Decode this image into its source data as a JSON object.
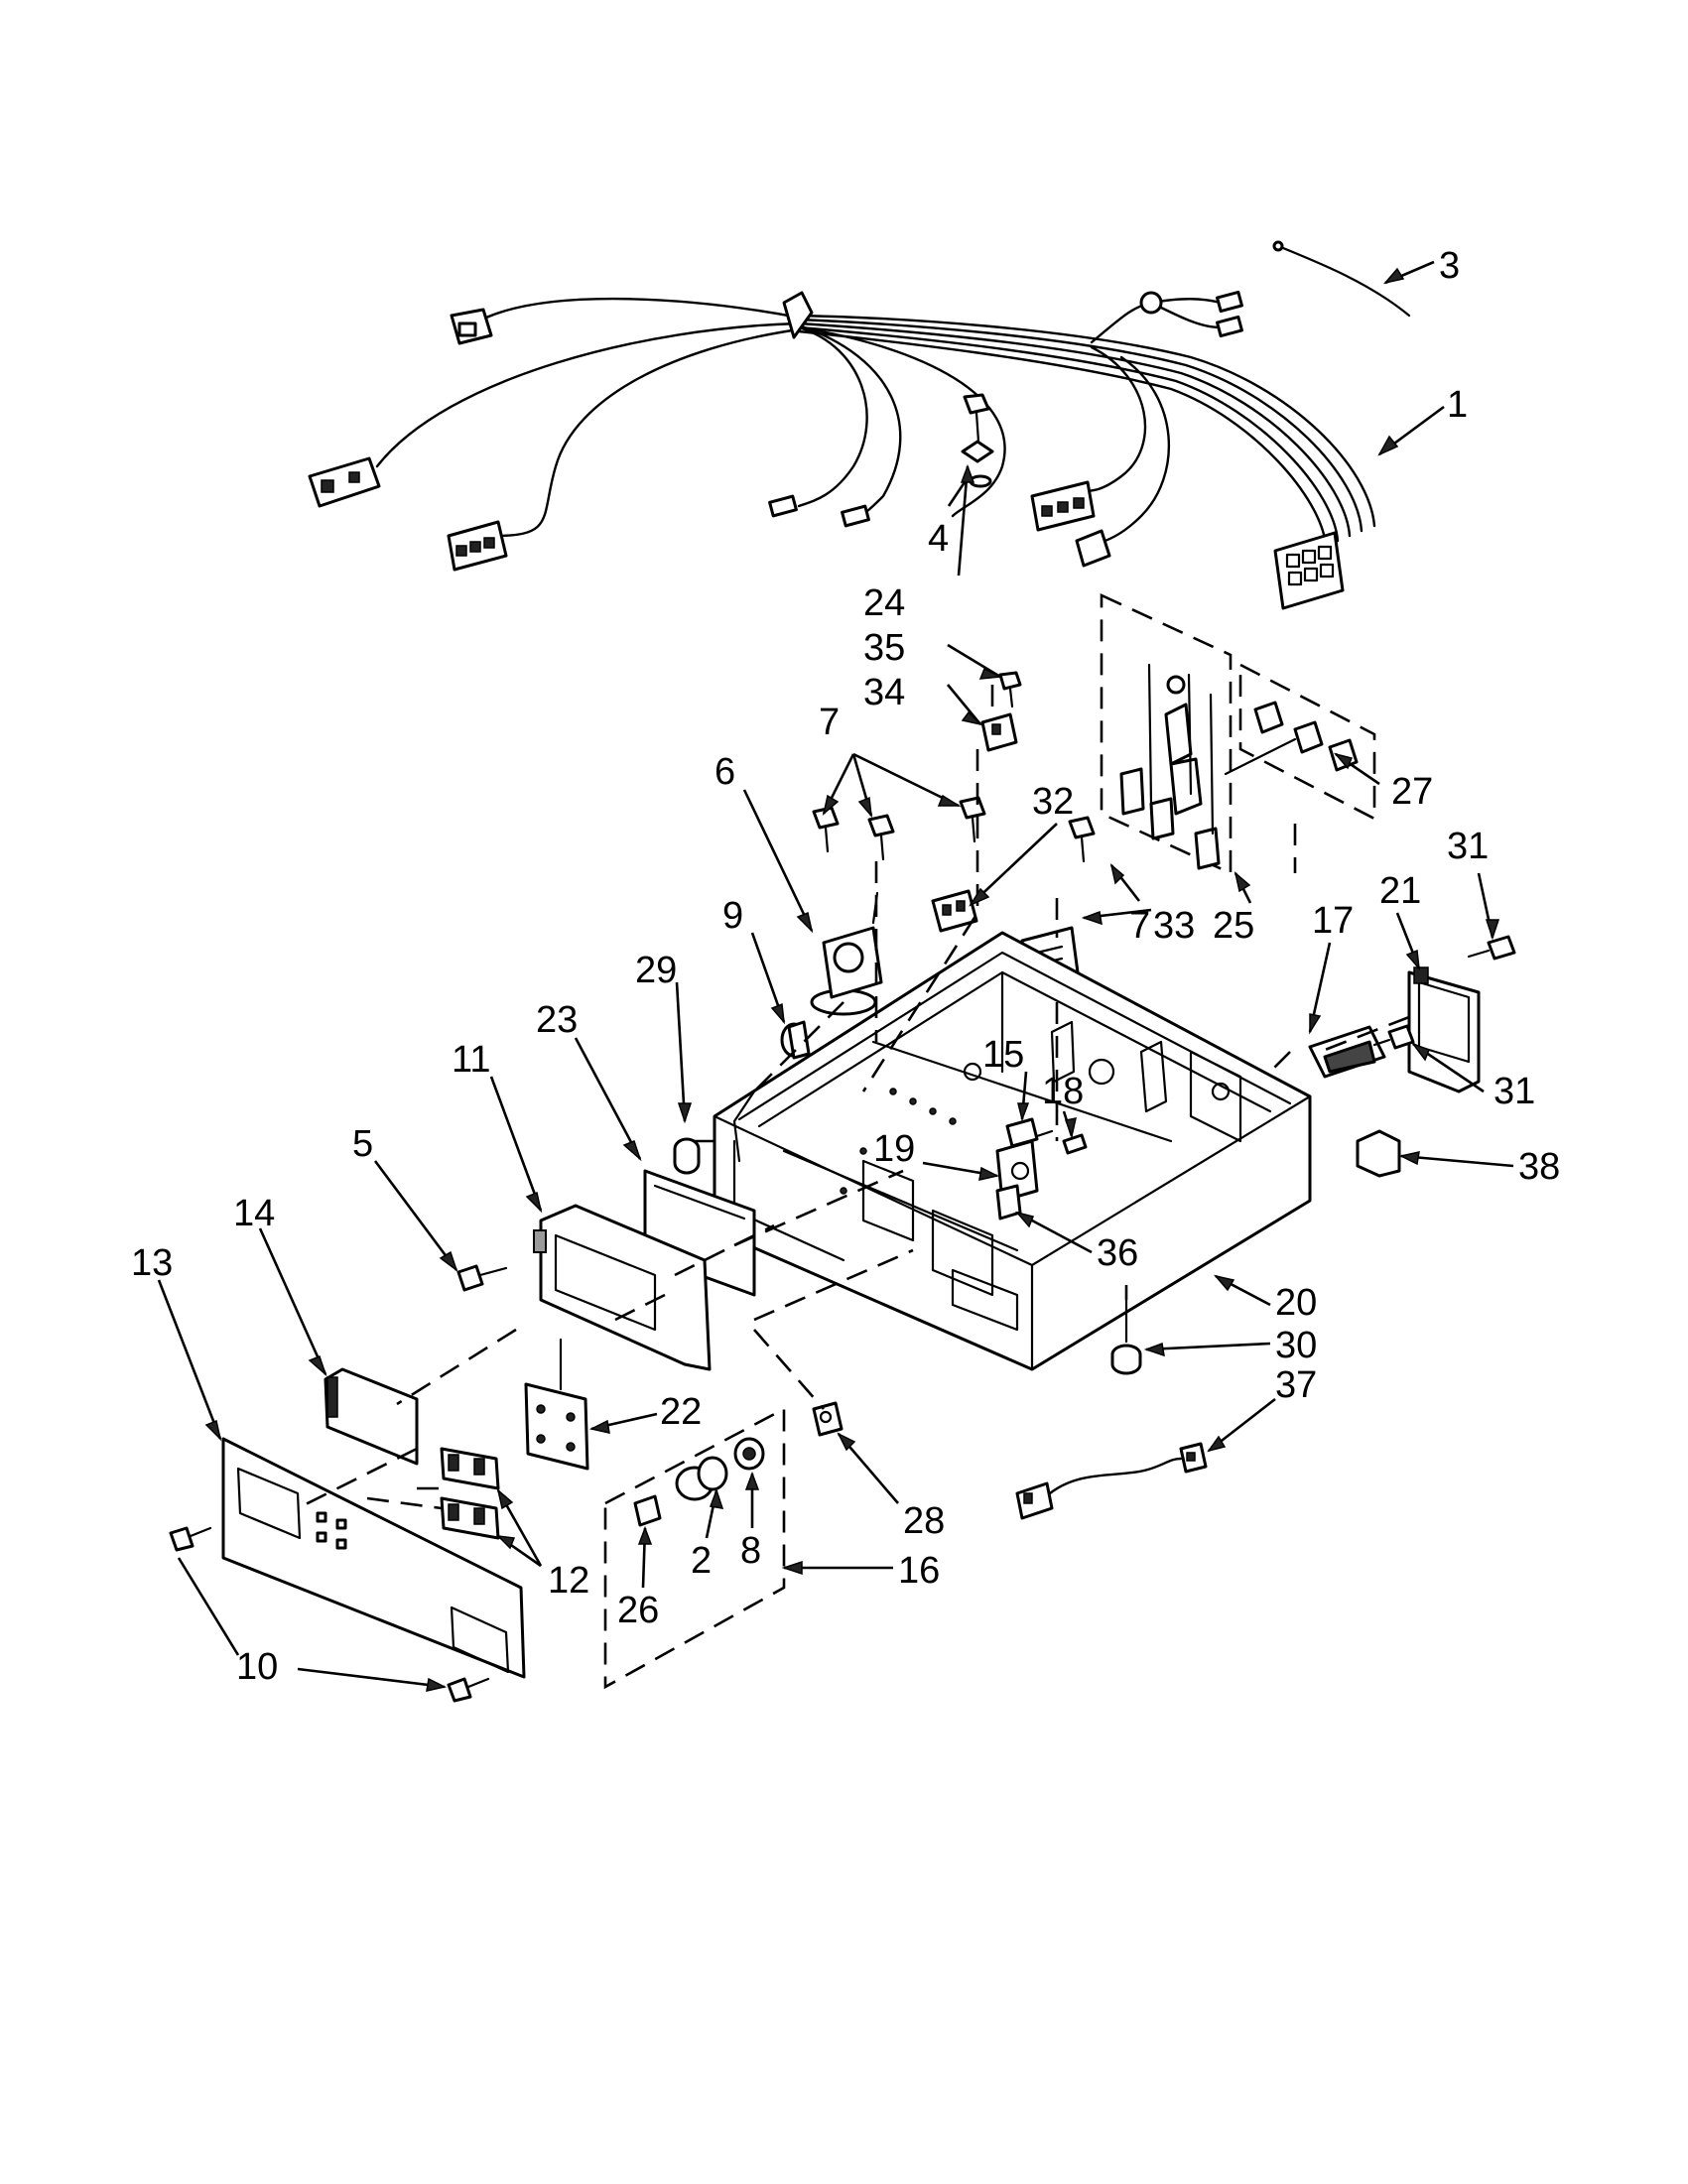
{
  "diagram": {
    "labels": [
      {
        "id": "3",
        "text": "3"
      },
      {
        "id": "1",
        "text": "1"
      },
      {
        "id": "4",
        "text": "4"
      },
      {
        "id": "24",
        "text": "24"
      },
      {
        "id": "35",
        "text": "35"
      },
      {
        "id": "34",
        "text": "34"
      },
      {
        "id": "7a",
        "text": "7"
      },
      {
        "id": "6",
        "text": "6"
      },
      {
        "id": "32",
        "text": "32"
      },
      {
        "id": "27",
        "text": "27"
      },
      {
        "id": "31a",
        "text": "31"
      },
      {
        "id": "9",
        "text": "9"
      },
      {
        "id": "7b",
        "text": "7"
      },
      {
        "id": "33",
        "text": "33"
      },
      {
        "id": "25",
        "text": "25"
      },
      {
        "id": "21",
        "text": "21"
      },
      {
        "id": "17",
        "text": "17"
      },
      {
        "id": "29",
        "text": "29"
      },
      {
        "id": "23",
        "text": "23"
      },
      {
        "id": "11",
        "text": "11"
      },
      {
        "id": "15",
        "text": "15"
      },
      {
        "id": "18",
        "text": "18"
      },
      {
        "id": "31b",
        "text": "31"
      },
      {
        "id": "5",
        "text": "5"
      },
      {
        "id": "19",
        "text": "19"
      },
      {
        "id": "38",
        "text": "38"
      },
      {
        "id": "14",
        "text": "14"
      },
      {
        "id": "36",
        "text": "36"
      },
      {
        "id": "13",
        "text": "13"
      },
      {
        "id": "20",
        "text": "20"
      },
      {
        "id": "30",
        "text": "30"
      },
      {
        "id": "37",
        "text": "37"
      },
      {
        "id": "22",
        "text": "22"
      },
      {
        "id": "28",
        "text": "28"
      },
      {
        "id": "12",
        "text": "12"
      },
      {
        "id": "2",
        "text": "2"
      },
      {
        "id": "8",
        "text": "8"
      },
      {
        "id": "16",
        "text": "16"
      },
      {
        "id": "26",
        "text": "26"
      },
      {
        "id": "10",
        "text": "10"
      }
    ]
  }
}
